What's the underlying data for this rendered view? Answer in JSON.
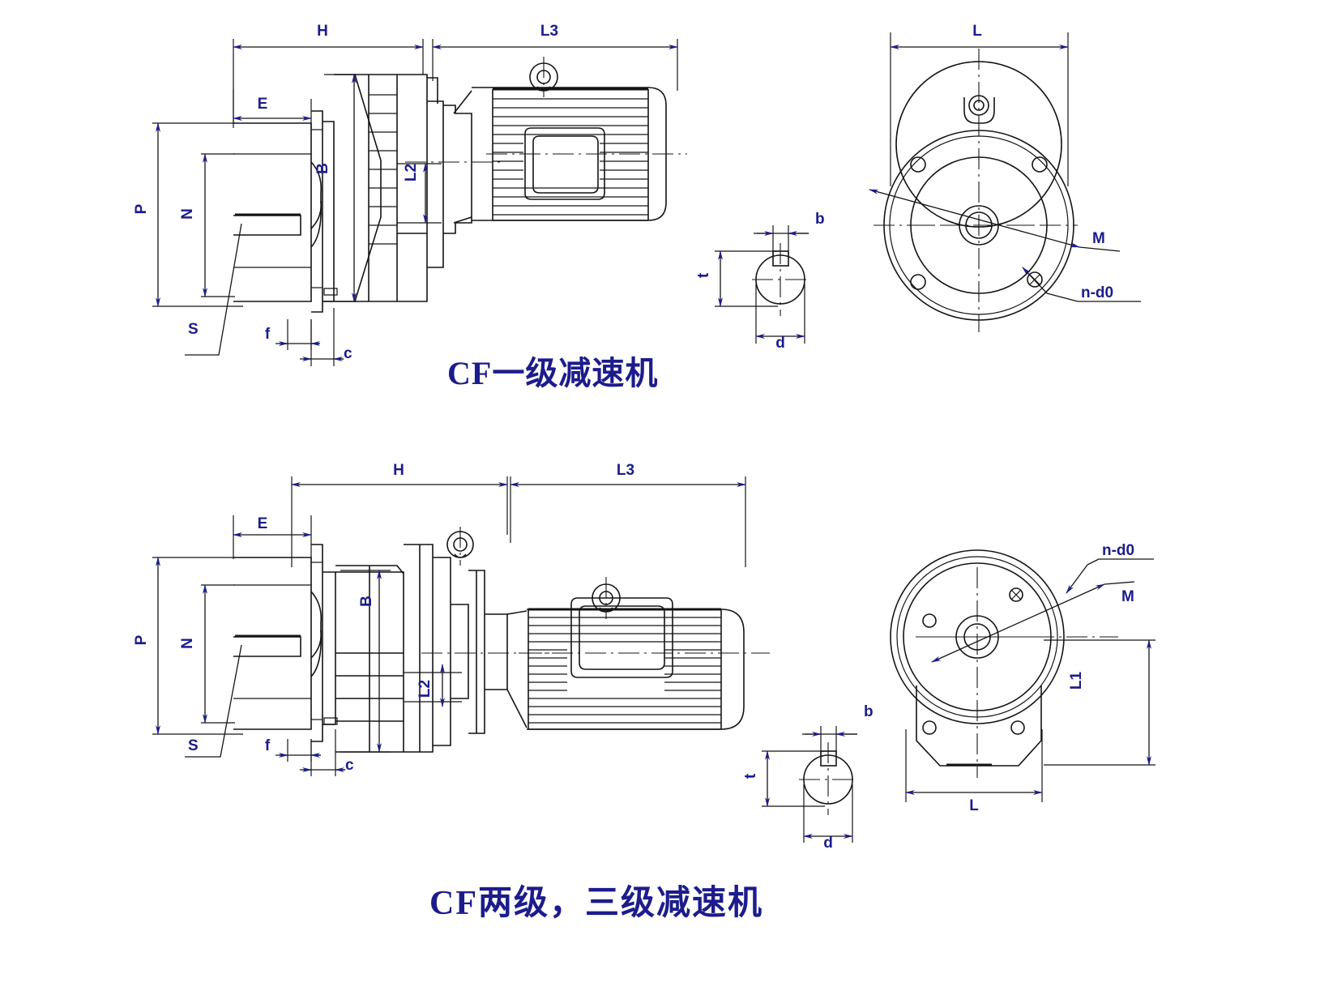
{
  "drawing": {
    "title_block": null,
    "line_color": "#141414",
    "label_color": "#1c1c8c",
    "background": "#ffffff"
  },
  "figures": [
    {
      "id": "cf-one-stage",
      "caption": "CF一级减速机",
      "views": [
        {
          "name": "side-elevation",
          "dimension_labels": [
            "H",
            "L3",
            "E",
            "B",
            "L2",
            "P",
            "N",
            "S",
            "f",
            "c"
          ]
        },
        {
          "name": "shaft-keyway-detail",
          "dimension_labels": [
            "b",
            "t",
            "d"
          ]
        },
        {
          "name": "end-view-flange",
          "dimension_labels": [
            "L",
            "M",
            "n-d0"
          ]
        }
      ]
    },
    {
      "id": "cf-two-three-stage",
      "caption": "CF两级，三级减速机",
      "views": [
        {
          "name": "side-elevation",
          "dimension_labels": [
            "H",
            "L3",
            "E",
            "B",
            "L2",
            "P",
            "N",
            "S",
            "f",
            "c"
          ]
        },
        {
          "name": "shaft-keyway-detail",
          "dimension_labels": [
            "b",
            "t",
            "d"
          ]
        },
        {
          "name": "end-view-flange",
          "dimension_labels": [
            "n-d0",
            "M",
            "L1",
            "L"
          ]
        }
      ]
    }
  ],
  "labels": {
    "H": "H",
    "L": "L",
    "L1": "L1",
    "L2": "L2",
    "L3": "L3",
    "E": "E",
    "B": "B",
    "P": "P",
    "N": "N",
    "S": "S",
    "f": "f",
    "c": "c",
    "b": "b",
    "t": "t",
    "d": "d",
    "M": "M",
    "n_d0": "n-d0"
  },
  "captions": {
    "figure1": "CF一级减速机",
    "figure2": "CF两级，三级减速机"
  }
}
